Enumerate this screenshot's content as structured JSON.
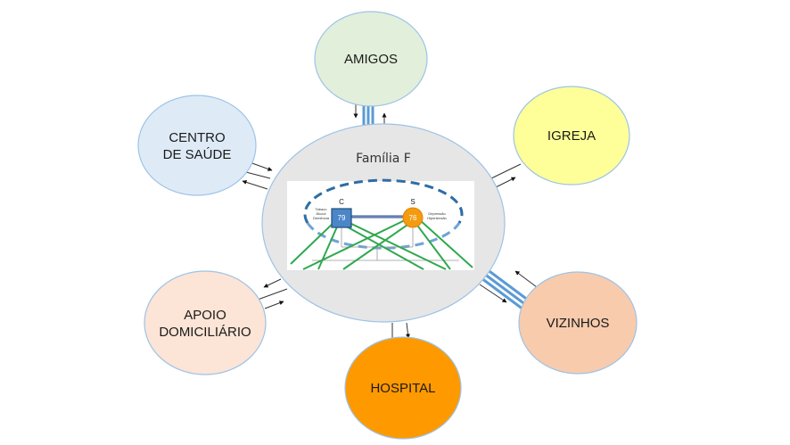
{
  "center": {
    "title": "Família F",
    "genogram": {
      "members": [
        {
          "letter": "C",
          "age": "79",
          "shape": "square",
          "color": "#4a86c8",
          "note": [
            "Tabaco",
            "Álcool",
            "Demência"
          ]
        },
        {
          "letter": "S",
          "age": "76",
          "shape": "circle",
          "color": "#f39c12",
          "note": [
            "Depressão",
            "Hipertensão"
          ]
        }
      ]
    }
  },
  "nodes": [
    {
      "id": "amigos",
      "label": [
        "AMIGOS"
      ],
      "fill": "#e2efda",
      "relation": "strong"
    },
    {
      "id": "igreja",
      "label": [
        "IGREJA"
      ],
      "fill": "#ffff99",
      "relation": "normal"
    },
    {
      "id": "vizinhos",
      "label": [
        "VIZINHOS"
      ],
      "fill": "#f8cbad",
      "relation": "strong"
    },
    {
      "id": "hospital",
      "label": [
        "HOSPITAL"
      ],
      "fill": "#ff9900",
      "relation": "normal"
    },
    {
      "id": "apoio-domiciliario",
      "label": [
        "APOIO",
        "DOMICILIÁRIO"
      ],
      "fill": "#fce4d6",
      "relation": "normal"
    },
    {
      "id": "centro-de-saude",
      "label": [
        "CENTRO",
        "DE SAÚDE"
      ],
      "fill": "#deebf7",
      "relation": "normal"
    }
  ]
}
